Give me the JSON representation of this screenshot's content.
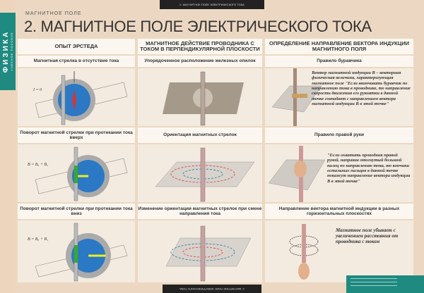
{
  "sidebar": {
    "subject": "ФИЗИКА",
    "subtitle": "УЧЕБНОЕ ПОСОБИЕ"
  },
  "top_tab": "2. МАГНИТНОЕ ПОЛЕ ЭЛЕКТРИЧЕСКОГО ТОКА",
  "bottom_tab": "2. МАГНИТНОЕ ПОЛЕ ЭЛЕКТРИЧЕСКОГО ТОКА",
  "section": "МАГНИТНОЕ ПОЛЕ",
  "title": "2. МАГНИТНОЕ ПОЛЕ ЭЛЕКТРИЧЕСКОГО ТОКА",
  "columns": [
    {
      "header": "ОПЫТ ЭРСТЕДА",
      "panels": [
        {
          "caption": "Магнитная стрелка в отсутствие тока",
          "formula": "I = 0"
        },
        {
          "caption": "Поворот магнитной стрелки при протекании тока вверх",
          "formula": "B = B₀ + B₁"
        },
        {
          "caption": "Поворот магнитной стрелки при протекании тока вниз",
          "formula": "B = B₀ + B₁"
        }
      ]
    },
    {
      "header": "МАГНИТНОЕ ДЕЙСТВИЕ ПРОВОДНИКА С ТОКОМ В ПЕРПЕНДИКУЛЯРНОЙ ПЛОСКОСТИ",
      "panels": [
        {
          "caption": "Упорядоченное расположение железных опилок"
        },
        {
          "caption": "Ориентация магнитных стрелок"
        },
        {
          "caption": "Изменение ориентации магнитных стрелок при смене направления тока"
        }
      ]
    },
    {
      "header": "ОПРЕДЕЛЕНИЕ НАПРАВЛЕНИЕ ВЕКТОРА ИНДУКЦИИ МАГНИТНОГО ПОЛЯ",
      "panels": [
        {
          "caption": "Правило буравчика",
          "text": "Вектор магнитной индукции B – векторная физическая величина, характеризующая магнитное поле \"Если ввинчивать буравчик по направлению тока в проводнике, то направление скорости движения его рукоятки в данной точке совпадает с направлением вектора магнитной индукции B в этой точке\""
        },
        {
          "caption": "Правило правой руки",
          "text": "\"Если охватить проводник правой рукой, направив отогнутый большой палец по направлению тока, то кончики остальных пальцев в данной точке покажут направление вектора индукции B в этой точке\""
        },
        {
          "caption": "Направление вектора магнитной индукции в разных горизонтальных плоскостях",
          "text": "Магнитное поле убывает с увеличением расстояния от проводника с током"
        }
      ]
    }
  ],
  "colors": {
    "background": "#ecd8c2",
    "teal": "#1f8a80",
    "panel": "#fbf7f0"
  }
}
